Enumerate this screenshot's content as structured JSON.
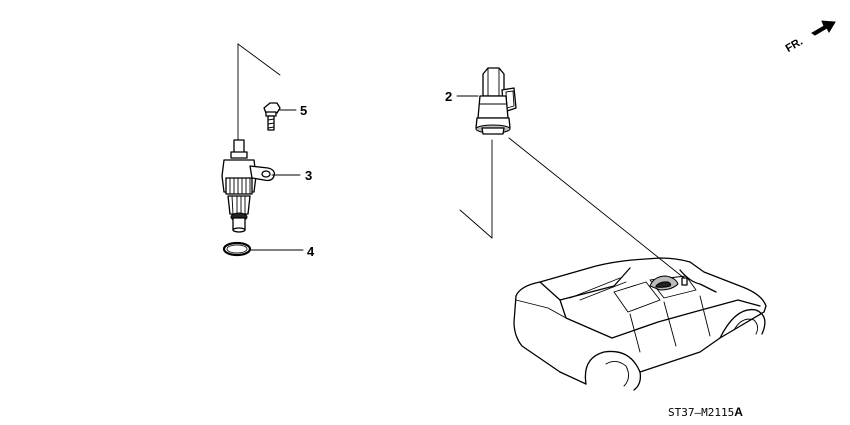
{
  "diagram": {
    "direction_label": "FR.",
    "diagram_code": "ST37–M2115",
    "diagram_code_suffix": "A",
    "callouts": [
      "2",
      "3",
      "4",
      "5"
    ],
    "parts": [
      {
        "callout": "2",
        "icon": "vehicle-speed-sensor-icon"
      },
      {
        "callout": "3",
        "icon": "speedometer-gear-holder-icon"
      },
      {
        "callout": "4",
        "icon": "o-ring-icon"
      },
      {
        "callout": "5",
        "icon": "flange-bolt-icon"
      }
    ],
    "vehicle_icon": "sedan-car-icon"
  }
}
